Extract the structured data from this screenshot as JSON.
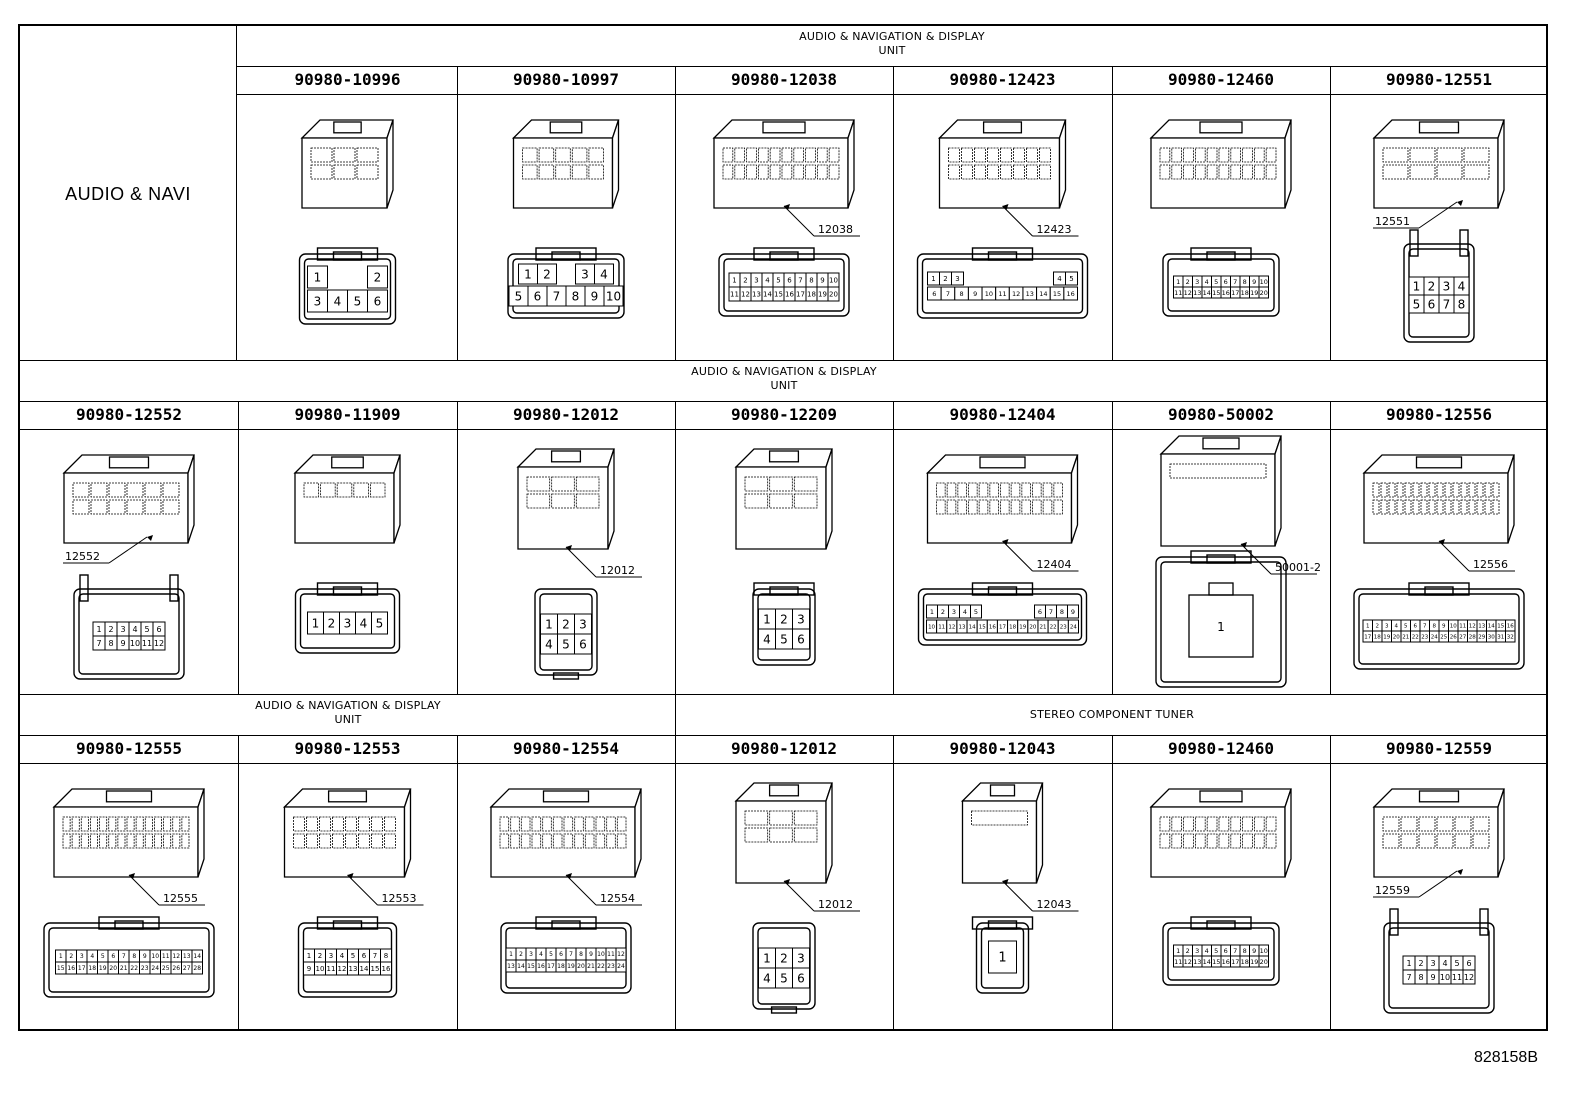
{
  "row_label": "AUDIO & NAVI",
  "groups": {
    "g1": [
      "AUDIO & NAVIGATION & DISPLAY",
      "UNIT"
    ],
    "g2": [
      "AUDIO & NAVIGATION & DISPLAY",
      "UNIT"
    ],
    "g3": [
      "AUDIO & NAVIGATION & DISPLAY",
      "UNIT"
    ],
    "g4": [
      "STEREO COMPONENT TUNER"
    ]
  },
  "rows": [
    [
      {
        "part": "90980-10996",
        "pins": [
          1,
          2,
          3,
          4,
          5,
          6
        ],
        "layout": "w6",
        "callout": ""
      },
      {
        "part": "90980-10997",
        "pins": [
          1,
          2,
          3,
          4,
          5,
          6,
          7,
          8,
          9,
          10
        ],
        "layout": "w10",
        "callout": ""
      },
      {
        "part": "90980-12038",
        "pins": [
          1,
          2,
          3,
          4,
          5,
          6,
          7,
          8,
          9,
          10,
          11,
          12,
          13,
          14,
          15,
          16,
          17,
          18,
          19,
          20
        ],
        "layout": "2x10",
        "callout": "12038"
      },
      {
        "part": "90980-12423",
        "pins": [
          1,
          2,
          3,
          4,
          5,
          6,
          7,
          8,
          9,
          10,
          11,
          12,
          13,
          14,
          15,
          16
        ],
        "layout": "split16",
        "callout": "12423"
      },
      {
        "part": "90980-12460",
        "pins": [
          1,
          2,
          3,
          4,
          5,
          6,
          7,
          8,
          9,
          10,
          11,
          12,
          13,
          14,
          15,
          16,
          17,
          18,
          19,
          20
        ],
        "layout": "2x10s",
        "callout": ""
      },
      {
        "part": "90980-12551",
        "pins": [
          1,
          2,
          3,
          4,
          5,
          6,
          7,
          8
        ],
        "layout": "tall8",
        "callout": "12551"
      }
    ],
    [
      {
        "part": "90980-12552",
        "pins": [
          1,
          2,
          3,
          4,
          5,
          6,
          7,
          8,
          9,
          10,
          11,
          12
        ],
        "layout": "2x6",
        "callout": "12552"
      },
      {
        "part": "90980-11909",
        "pins": [
          1,
          2,
          3,
          4,
          5
        ],
        "layout": "1x5",
        "callout": ""
      },
      {
        "part": "90980-12012",
        "pins": [
          1,
          2,
          3,
          4,
          5,
          6
        ],
        "layout": "2x3",
        "callout": "12012"
      },
      {
        "part": "90980-12209",
        "pins": [
          1,
          2,
          3,
          4,
          5,
          6
        ],
        "layout": "2x3b",
        "callout": ""
      },
      {
        "part": "90980-12404",
        "pins": [
          1,
          2,
          3,
          4,
          5,
          6,
          7,
          8,
          9,
          10,
          11,
          12,
          13,
          14,
          15,
          16,
          17,
          18,
          19,
          20,
          21,
          22,
          23,
          24
        ],
        "layout": "split24",
        "callout": "12404"
      },
      {
        "part": "90980-50002",
        "pins": [
          1
        ],
        "layout": "big1",
        "callout": "50001-2"
      },
      {
        "part": "90980-12556",
        "pins": [
          1,
          2,
          3,
          4,
          5,
          6,
          7,
          8,
          9,
          10,
          11,
          12,
          13,
          14,
          15,
          16,
          17,
          18,
          19,
          20,
          21,
          22,
          23,
          24,
          25,
          26,
          27,
          28,
          29,
          30,
          31,
          32
        ],
        "layout": "2x16",
        "callout": "12556"
      }
    ],
    [
      {
        "part": "90980-12555",
        "pins": [
          1,
          2,
          3,
          4,
          5,
          6,
          7,
          8,
          9,
          10,
          11,
          12,
          13,
          14,
          15,
          16,
          17,
          18,
          19,
          20,
          21,
          22,
          23,
          24,
          25,
          26,
          27,
          28
        ],
        "layout": "2x14",
        "callout": "12555"
      },
      {
        "part": "90980-12553",
        "pins": [
          1,
          2,
          3,
          4,
          5,
          6,
          7,
          8,
          9,
          10,
          11,
          12,
          13,
          14,
          15,
          16
        ],
        "layout": "2x8",
        "callout": "12553"
      },
      {
        "part": "90980-12554",
        "pins": [
          1,
          2,
          3,
          4,
          5,
          6,
          7,
          8,
          9,
          10,
          11,
          12,
          13,
          14,
          15,
          16,
          17,
          18,
          19,
          20,
          21,
          22,
          23,
          24
        ],
        "layout": "2x12",
        "callout": "12554"
      },
      {
        "part": "90980-12012",
        "pins": [
          1,
          2,
          3,
          4,
          5,
          6
        ],
        "layout": "2x3",
        "callout": "12012"
      },
      {
        "part": "90980-12043",
        "pins": [
          1
        ],
        "layout": "small1",
        "callout": "12043"
      },
      {
        "part": "90980-12460",
        "pins": [
          1,
          2,
          3,
          4,
          5,
          6,
          7,
          8,
          9,
          10,
          11,
          12,
          13,
          14,
          15,
          16,
          17,
          18,
          19,
          20
        ],
        "layout": "2x10s",
        "callout": ""
      },
      {
        "part": "90980-12559",
        "pins": [
          1,
          2,
          3,
          4,
          5,
          6,
          7,
          8,
          9,
          10,
          11,
          12
        ],
        "layout": "2x6",
        "callout": "12559"
      }
    ]
  ],
  "drawing_code": "828158B"
}
